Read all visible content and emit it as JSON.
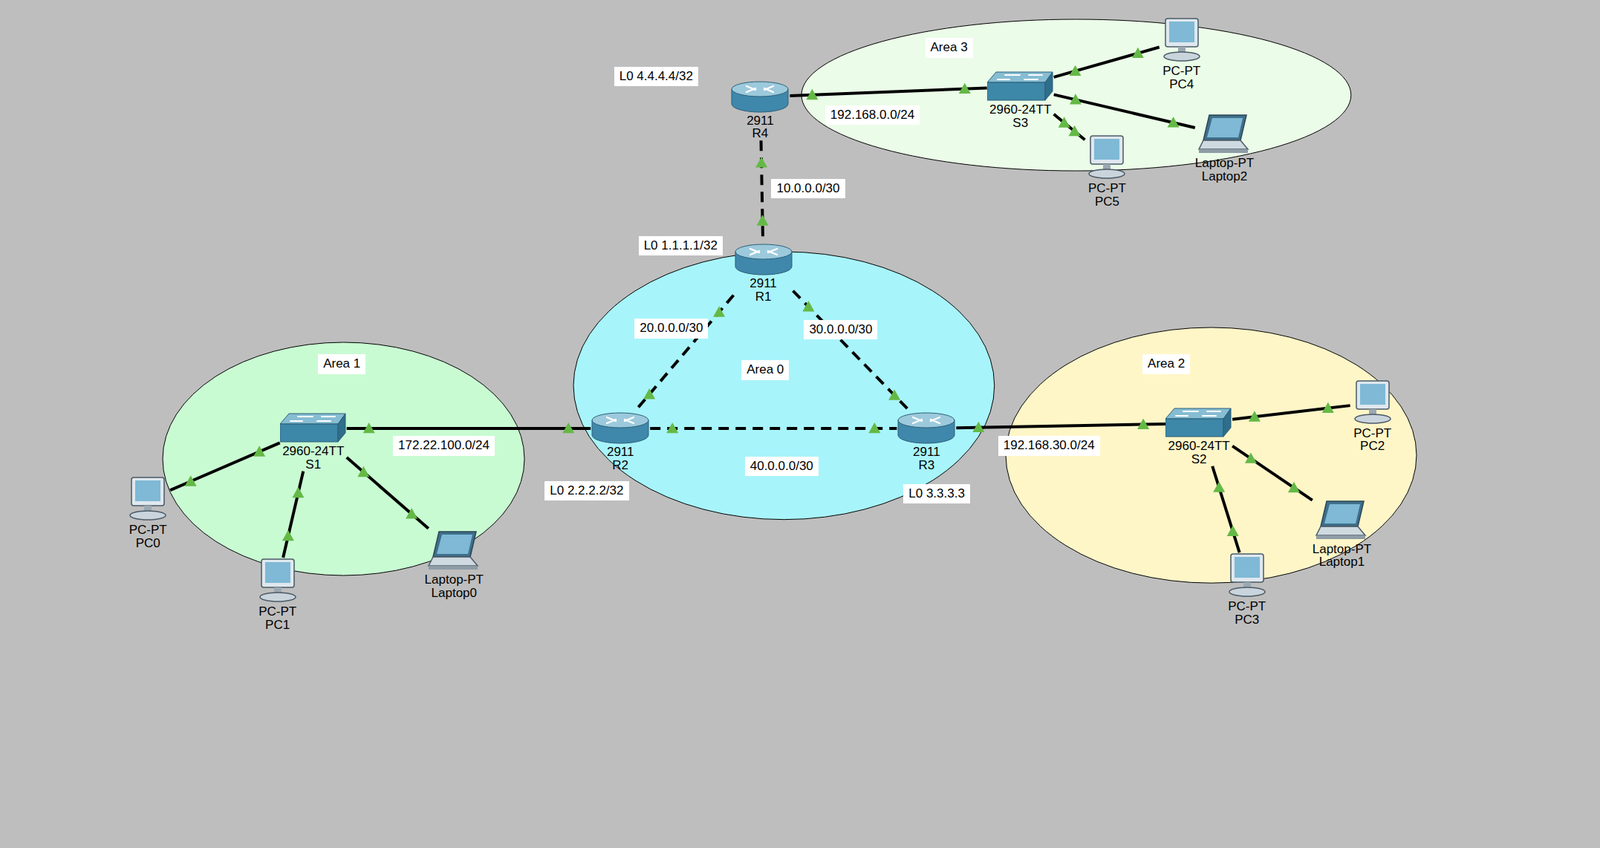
{
  "diagram": {
    "nodes": [
      {
        "text": [
          "Area 3"
        ]
      },
      {
        "text": [
          "2911",
          "R4"
        ]
      },
      {
        "text": [
          "2960-24TT",
          "S3"
        ],
        "in": 0
      },
      {
        "text": [
          "PC-PT",
          "PC4"
        ],
        "in": 0
      },
      {
        "text": [
          "PC-PT",
          "PC5"
        ]
      },
      {
        "text": [
          "Laptop-PT",
          "Laptop2"
        ]
      },
      {
        "text": [
          "Area 0"
        ]
      },
      {
        "text": [
          "2911",
          "R1"
        ],
        "in": 6
      },
      {
        "text": [
          "2911",
          "R2"
        ],
        "in": 6
      },
      {
        "text": [
          "2911",
          "R3"
        ],
        "in": 6
      },
      {
        "text": [
          "Area 1"
        ]
      },
      {
        "text": [
          "2960-24TT",
          "S1"
        ],
        "in": 10
      },
      {
        "text": [
          "PC-PT",
          "PC0"
        ]
      },
      {
        "text": [
          "PC-PT",
          "PC1"
        ]
      },
      {
        "text": [
          "Laptop-PT",
          "Laptop0"
        ]
      },
      {
        "text": [
          "Area 2"
        ]
      },
      {
        "text": [
          "2960-24TT",
          "S2"
        ],
        "in": 15
      },
      {
        "text": [
          "PC-PT",
          "PC2"
        ],
        "in": 15
      },
      {
        "text": [
          "Laptop-PT",
          "Laptop1"
        ],
        "in": 15
      },
      {
        "text": [
          "PC-PT",
          "PC3"
        ]
      }
    ],
    "edges": [
      {
        "from": 1,
        "to": 2,
        "arrow": "none",
        "label": "192.168.0.0/24"
      },
      {
        "from": 1,
        "to": 7,
        "arrow": "none",
        "label": "10.0.0.0/30"
      },
      {
        "from": 7,
        "to": 8,
        "arrow": "none",
        "label": "20.0.0.0/30"
      },
      {
        "from": 7,
        "to": 9,
        "arrow": "none",
        "label": "30.0.0.0/30"
      },
      {
        "from": 8,
        "to": 9,
        "arrow": "none",
        "label": "40.0.0.0/30"
      },
      {
        "from": 11,
        "to": 8,
        "arrow": "none",
        "label": "172.22.100.0/24"
      },
      {
        "from": 9,
        "to": 16,
        "arrow": "none",
        "label": "192.168.30.0/24"
      },
      {
        "from": 2,
        "to": 3,
        "arrow": "none"
      },
      {
        "from": 2,
        "to": 4,
        "arrow": "none"
      },
      {
        "from": 2,
        "to": 5,
        "arrow": "none"
      },
      {
        "from": 11,
        "to": 12,
        "arrow": "none"
      },
      {
        "from": 11,
        "to": 13,
        "arrow": "none"
      },
      {
        "from": 11,
        "to": 14,
        "arrow": "none"
      },
      {
        "from": 16,
        "to": 17,
        "arrow": "none"
      },
      {
        "from": 16,
        "to": 18,
        "arrow": "none"
      },
      {
        "from": 16,
        "to": 19,
        "arrow": "none"
      }
    ],
    "labels": [
      "L0 4.4.4.4/32",
      "L0 1.1.1.1/32",
      "L0 2.2.2.2/32",
      "L0 3.3.3.3"
    ]
  }
}
